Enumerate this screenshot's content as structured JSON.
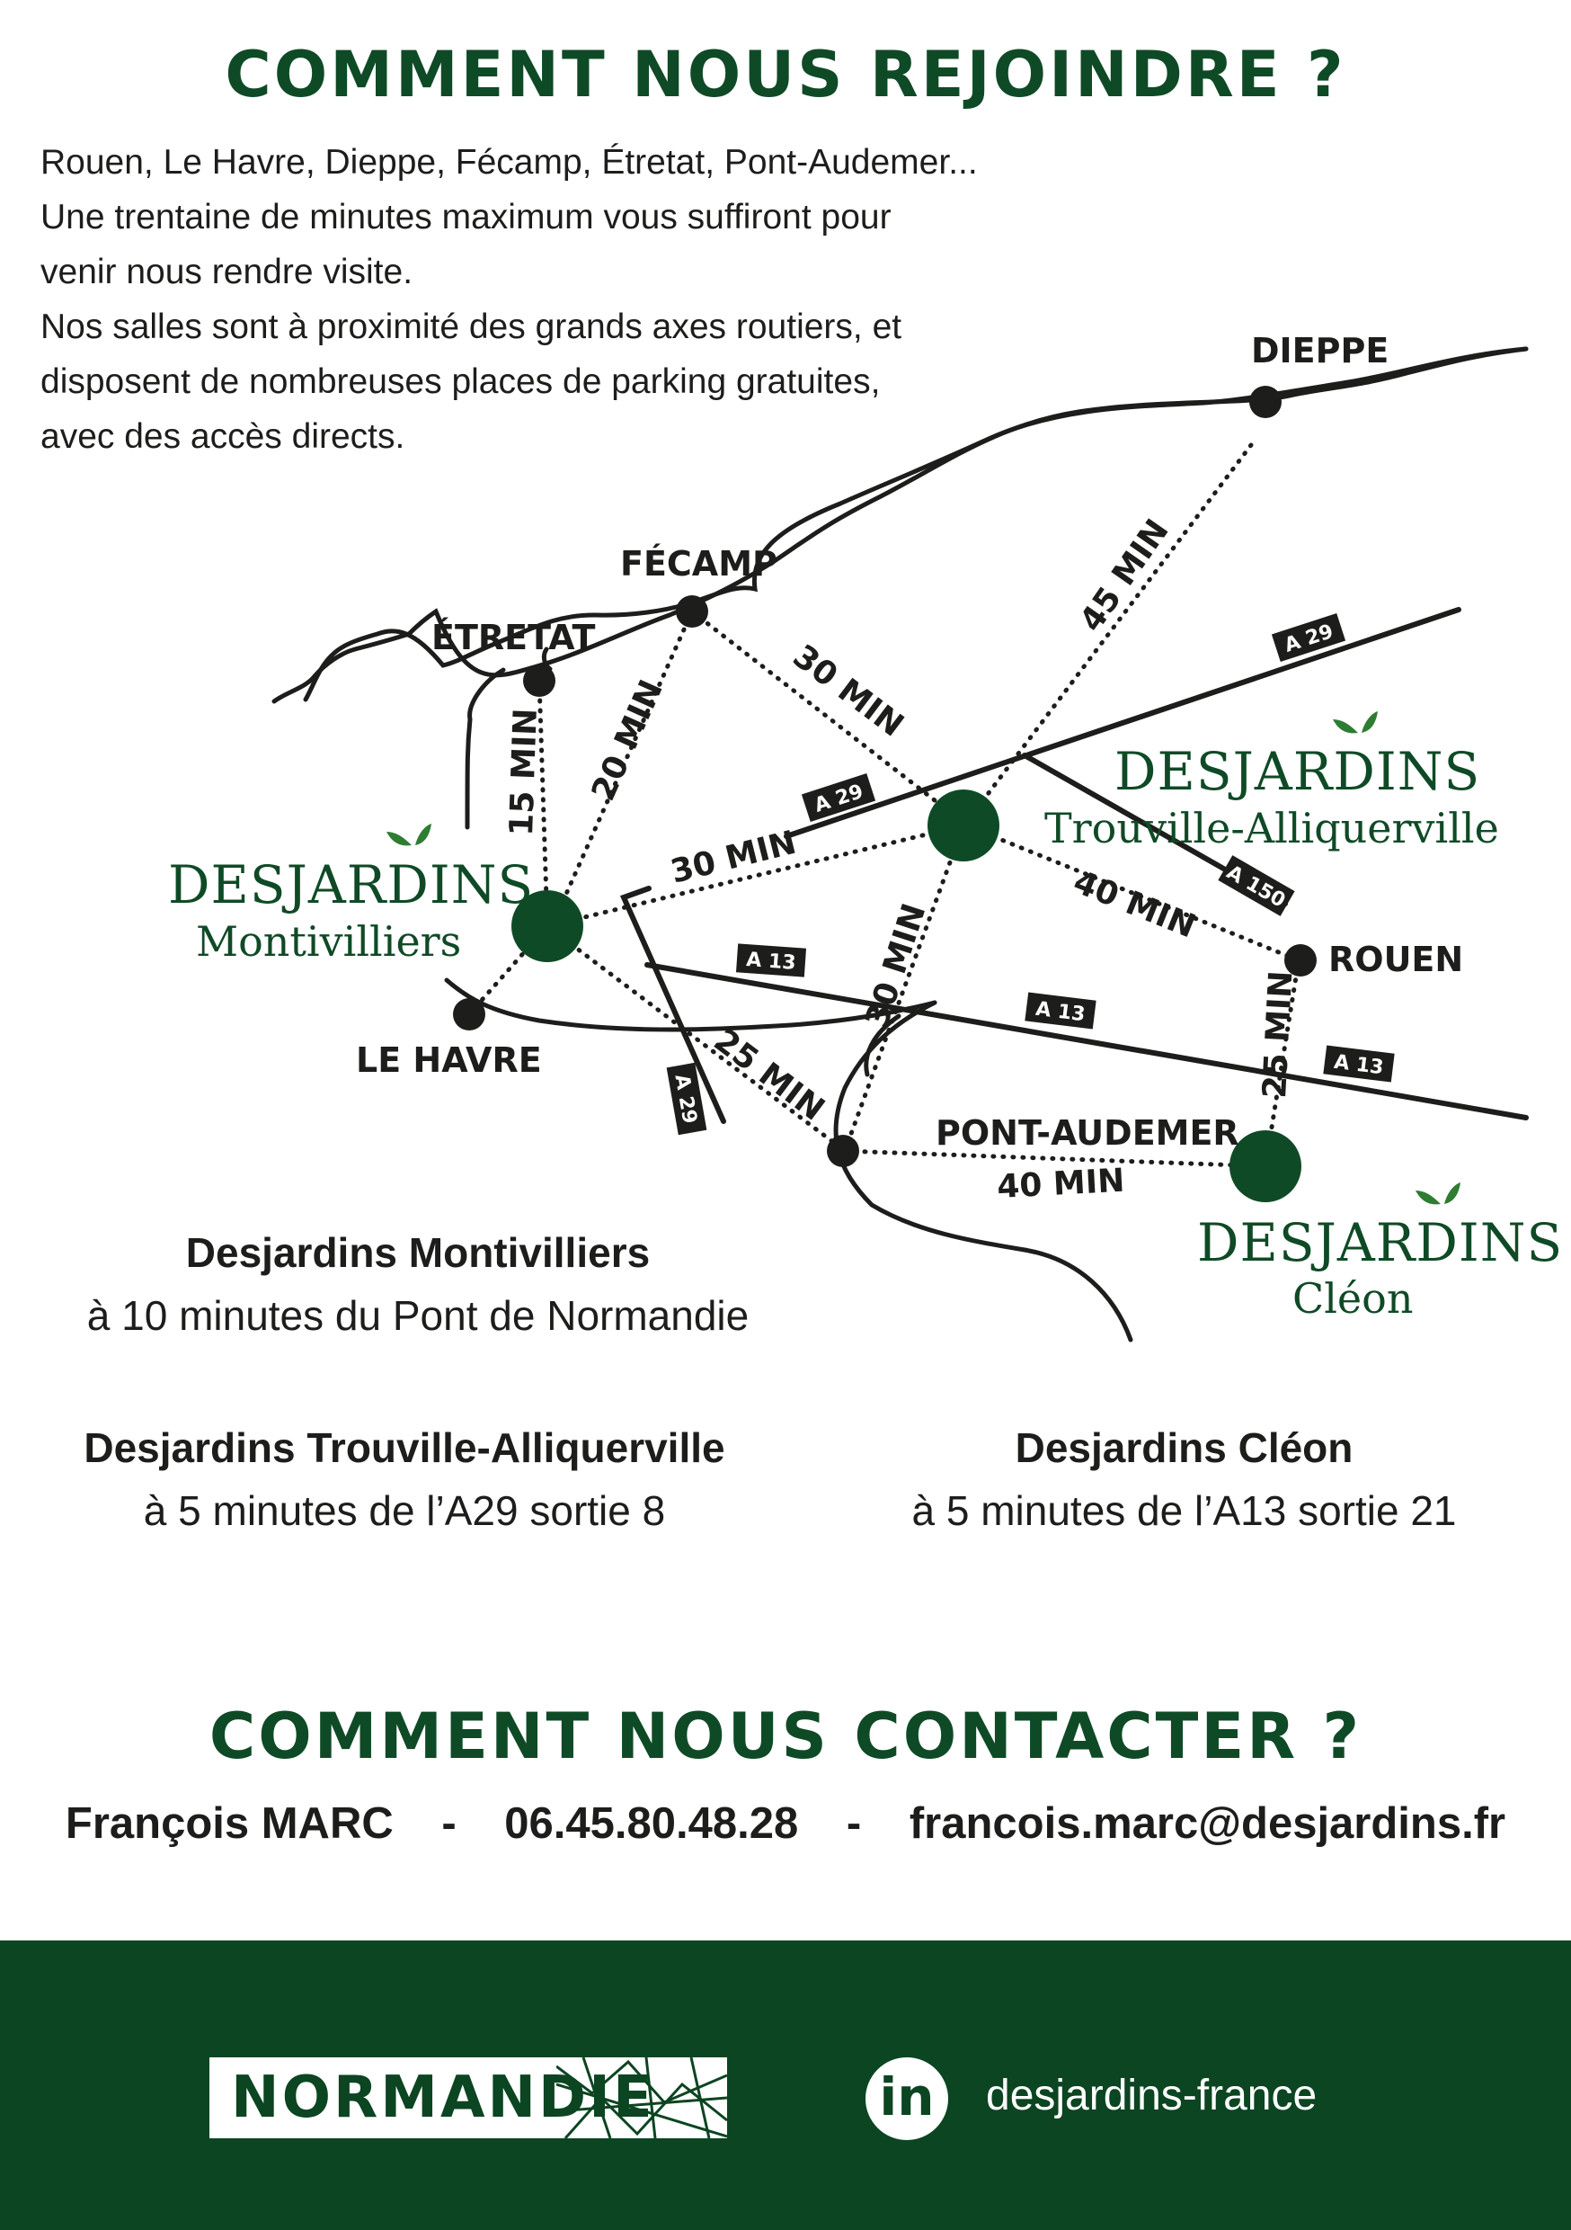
{
  "titles": {
    "route": "COMMENT NOUS REJOINDRE ?",
    "contact": "COMMENT NOUS CONTACTER ?"
  },
  "intro": {
    "lines": [
      "Rouen, Le Havre, Dieppe, Fécamp, Étretat, Pont-Audemer...",
      "Une trentaine de minutes maximum vous suffiront pour",
      "venir nous rendre visite.",
      "Nos salles sont à proximité des grands axes routiers, et",
      "disposent de nombreuses places de parking gratuites,",
      "avec des accès directs."
    ]
  },
  "map": {
    "cities": {
      "dieppe": "DIEPPE",
      "fecamp": "FÉCAMP",
      "etretat": "ÉTRETAT",
      "lehavre": "LE HAVRE",
      "rouen": "ROUEN",
      "pontaudemer": "PONT-AUDEMER"
    },
    "durations": {
      "dieppe_trouville": "45 MIN",
      "fecamp_trouville": "30 MIN",
      "etretat_montivilliers": "15 MIN",
      "fecamp_montivilliers": "20 MIN",
      "montivilliers_trouville": "30 MIN",
      "trouville_rouen": "40 MIN",
      "trouville_pontaudemer": "30 MIN",
      "montivilliers_pontaudemer": "25 MIN",
      "rouen_cleon": "25 MIN",
      "pontaudemer_cleon": "40 MIN"
    },
    "roads": {
      "a29_north": "A 29",
      "a29_mid": "A 29",
      "a29_vertical": "A 29",
      "a150": "A 150",
      "a13_west": "A 13",
      "a13_mid": "A 13",
      "a13_east": "A 13"
    },
    "brand": "DESJARDINS",
    "stores": {
      "montivilliers": "Montivilliers",
      "trouville": "Trouville-Alliquerville",
      "cleon": "Cléon"
    },
    "colors": {
      "green": "#0f4a26",
      "leaf": "#2e7d32",
      "ink": "#1d1d1b"
    }
  },
  "info": {
    "montivilliers": {
      "name": "Desjardins Montivilliers",
      "desc": "à 10 minutes du Pont de Normandie"
    },
    "trouville": {
      "name": "Desjardins Trouville-Alliquerville",
      "desc": "à 5 minutes de l’A29 sortie 8"
    },
    "cleon": {
      "name": "Desjardins Cléon",
      "desc": "à 5 minutes de l’A13 sortie 21"
    }
  },
  "contact": {
    "person": "François MARC",
    "sep": "-",
    "phone": "06.45.80.48.28",
    "email": "francois.marc@desjardins.fr"
  },
  "footer": {
    "region": "NORMANDIE",
    "linkedin_glyph": "in",
    "linkedin_icon": "linkedin-icon",
    "handle": "desjardins-france",
    "bg": "#0b4521"
  }
}
